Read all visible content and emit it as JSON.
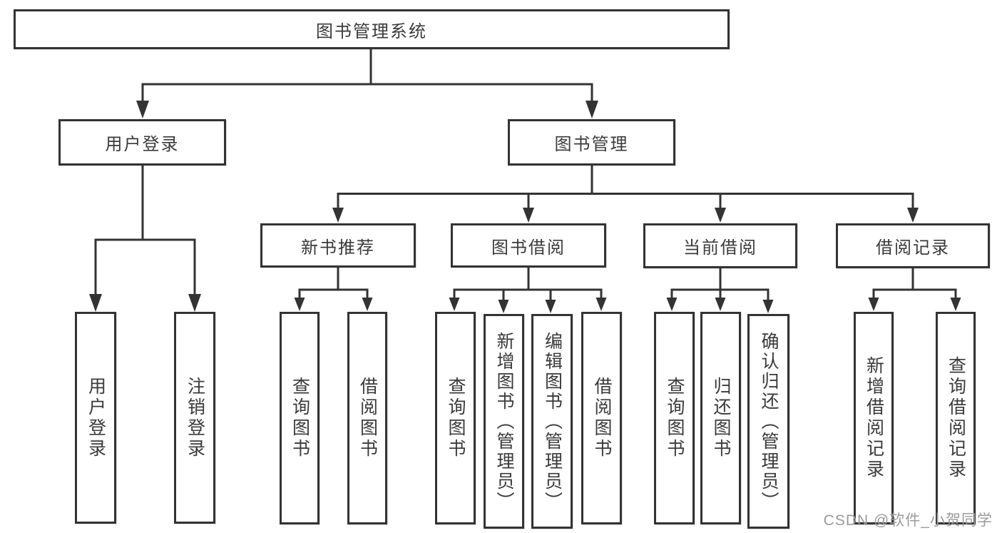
{
  "diagram_type": "hierarchy-tree",
  "tree": {
    "root": "图书管理系统",
    "children": [
      {
        "label": "用户登录",
        "children": [
          "用户登录",
          "注销登录"
        ]
      },
      {
        "label": "图书管理",
        "children": [
          {
            "label": "新书推荐",
            "children": [
              "查询图书",
              "借阅图书"
            ]
          },
          {
            "label": "图书借阅",
            "children": [
              "查询图书",
              "新增图书（管理员）",
              "编辑图书（管理员）",
              "借阅图书"
            ]
          },
          {
            "label": "当前借阅",
            "children": [
              "查询图书",
              "归还图书",
              "确认归还（管理员）"
            ]
          },
          {
            "label": "借阅记录",
            "children": [
              "新增借阅记录",
              "查询借阅记录"
            ]
          }
        ]
      }
    ]
  },
  "watermark": {
    "text": "CSDN @软件_小贺同学"
  },
  "colors": {
    "line": "#333333",
    "box_border": "#333333",
    "text": "#3a3a3a",
    "watermark_text": "#9b9b9b",
    "background": "#ffffff"
  }
}
